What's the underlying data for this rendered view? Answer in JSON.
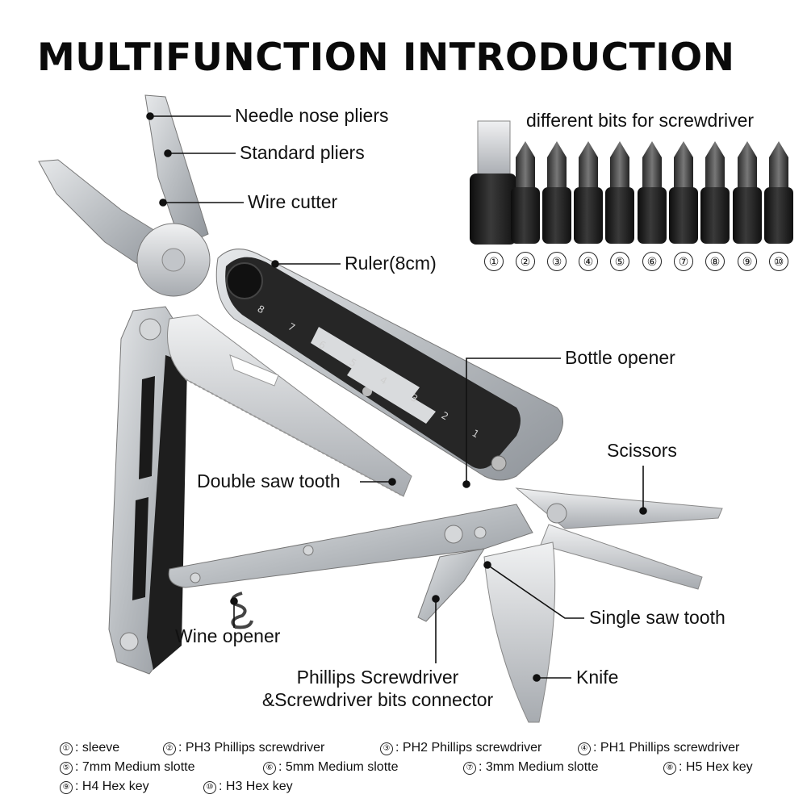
{
  "title": "MULTIFUNCTION INTRODUCTION",
  "callouts": {
    "needle_nose": "Needle nose pliers",
    "standard_pliers": "Standard pliers",
    "wire_cutter": "Wire cutter",
    "ruler": "Ruler(8cm)",
    "bottle_opener": "Bottle opener",
    "scissors": "Scissors",
    "double_saw": "Double saw tooth",
    "single_saw": "Single saw tooth",
    "wine_opener": "Wine opener",
    "knife": "Knife",
    "phillips_line1": "Phillips Screwdriver",
    "phillips_line2": "&Screwdriver bits connector"
  },
  "bits": {
    "heading": "different bits for screwdriver",
    "numbers": [
      "①",
      "②",
      "③",
      "④",
      "⑤",
      "⑥",
      "⑦",
      "⑧",
      "⑨",
      "⑩"
    ]
  },
  "legend": [
    {
      "num": "①",
      "text": ": sleeve"
    },
    {
      "num": "②",
      "text": ": PH3 Phillips screwdriver"
    },
    {
      "num": "③",
      "text": ": PH2 Phillips screwdriver"
    },
    {
      "num": "④",
      "text": ": PH1 Phillips screwdriver"
    },
    {
      "num": "⑤",
      "text": ": 7mm Medium slotte"
    },
    {
      "num": "⑥",
      "text": ": 5mm Medium slotte"
    },
    {
      "num": "⑦",
      "text": ": 3mm Medium slotte"
    },
    {
      "num": "⑧",
      "text": ": H5 Hex key"
    },
    {
      "num": "⑨",
      "text": ": H4 Hex key"
    },
    {
      "num": "⑩",
      "text": ": H3 Hex key"
    }
  ],
  "ruler_marks": [
    "8",
    "7",
    "6",
    "5",
    "4",
    "3",
    "2",
    "1"
  ],
  "colors": {
    "steel": "#c9ccd0",
    "steel_dark": "#8e9297",
    "black_handle": "#222222",
    "bit_black": "#1c1c1c"
  }
}
